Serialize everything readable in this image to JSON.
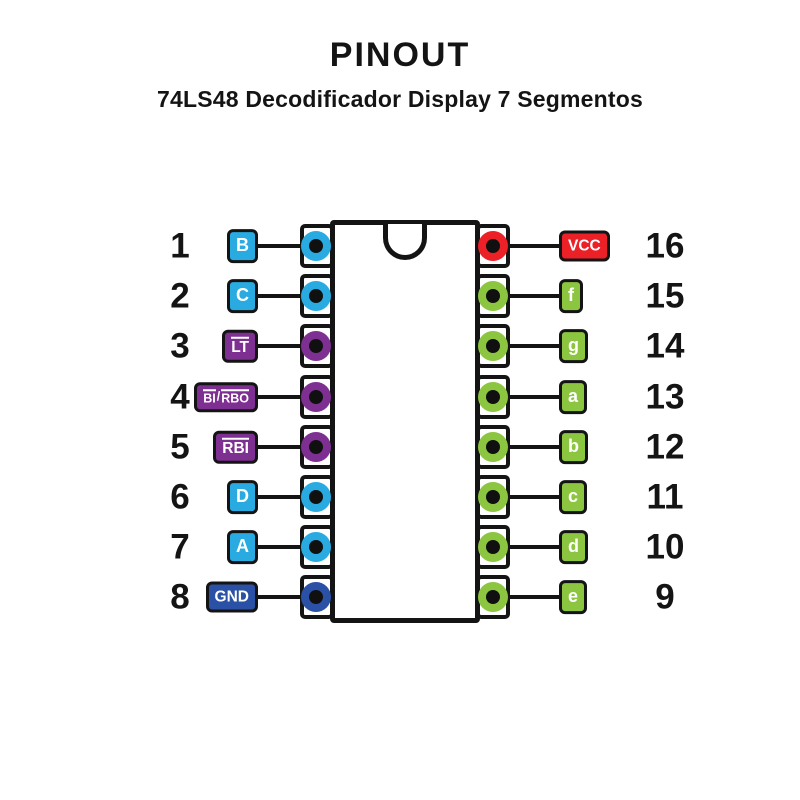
{
  "header": {
    "title": "PINOUT",
    "subtitle": "74LS48 Decodificador Display 7 Segmentos"
  },
  "colors": {
    "cyan": "#29ABE2",
    "purple": "#7E2F92",
    "blue": "#2A51A5",
    "red": "#EC2027",
    "green": "#8CC640",
    "outline": "#141414",
    "label_text": "#FFFFFF"
  },
  "pins": {
    "left": [
      {
        "number": "1",
        "label": "B",
        "color": "cyan",
        "overline": "none"
      },
      {
        "number": "2",
        "label": "C",
        "color": "cyan",
        "overline": "none"
      },
      {
        "number": "3",
        "label": "LT",
        "color": "purple",
        "overline": "full"
      },
      {
        "number": "4",
        "label": "BI/RBO",
        "color": "purple",
        "overline": "split"
      },
      {
        "number": "5",
        "label": "RBI",
        "color": "purple",
        "overline": "full"
      },
      {
        "number": "6",
        "label": "D",
        "color": "cyan",
        "overline": "none"
      },
      {
        "number": "7",
        "label": "A",
        "color": "cyan",
        "overline": "none"
      },
      {
        "number": "8",
        "label": "GND",
        "color": "blue",
        "overline": "none"
      }
    ],
    "right": [
      {
        "number": "16",
        "label": "VCC",
        "color": "red",
        "overline": "none"
      },
      {
        "number": "15",
        "label": "f",
        "color": "green",
        "overline": "none"
      },
      {
        "number": "14",
        "label": "g",
        "color": "green",
        "overline": "none"
      },
      {
        "number": "13",
        "label": "a",
        "color": "green",
        "overline": "none"
      },
      {
        "number": "12",
        "label": "b",
        "color": "green",
        "overline": "none"
      },
      {
        "number": "11",
        "label": "c",
        "color": "green",
        "overline": "none"
      },
      {
        "number": "10",
        "label": "d",
        "color": "green",
        "overline": "none"
      },
      {
        "number": "9",
        "label": "e",
        "color": "green",
        "overline": "none"
      }
    ]
  }
}
